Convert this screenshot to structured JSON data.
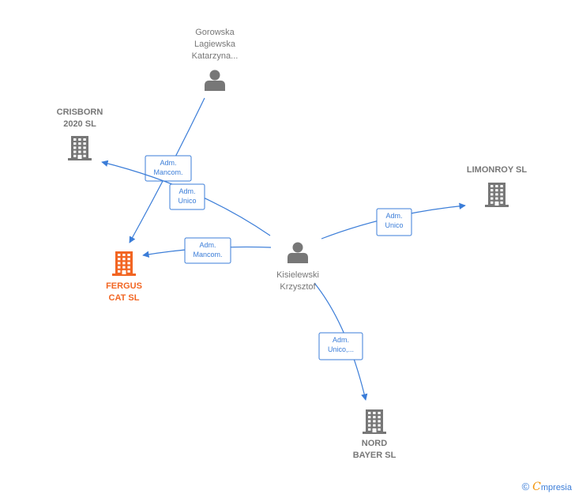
{
  "nodes": [
    {
      "id": "gorowska",
      "kind": "person",
      "color": "#777777",
      "label_lines": [
        "Gorowska",
        "Lagiewska",
        "Katarzyna..."
      ]
    },
    {
      "id": "crisborn",
      "kind": "company",
      "color": "#777777",
      "label_lines": [
        "CRISBORN",
        "2020  SL"
      ]
    },
    {
      "id": "limonroy",
      "kind": "company",
      "color": "#777777",
      "label_lines": [
        "LIMONROY SL"
      ]
    },
    {
      "id": "fergus",
      "kind": "company",
      "color": "#f26522",
      "label_lines": [
        "FERGUS",
        "CAT  SL"
      ]
    },
    {
      "id": "kisielewski",
      "kind": "person",
      "color": "#777777",
      "label_lines": [
        "Kisielewski",
        "Krzysztof"
      ]
    },
    {
      "id": "nord",
      "kind": "company",
      "color": "#777777",
      "label_lines": [
        "NORD",
        "BAYER  SL"
      ]
    }
  ],
  "edges": [
    {
      "id": "e1",
      "from": "gorowska",
      "to": "fergus",
      "label_lines": [
        "Adm.",
        "Mancom."
      ]
    },
    {
      "id": "e2",
      "from": "kisielewski",
      "to": "crisborn",
      "label_lines": [
        "Adm.",
        "Unico"
      ]
    },
    {
      "id": "e3",
      "from": "kisielewski",
      "to": "fergus",
      "label_lines": [
        "Adm.",
        "Mancom."
      ]
    },
    {
      "id": "e4",
      "from": "kisielewski",
      "to": "limonroy",
      "label_lines": [
        "Adm.",
        "Unico"
      ]
    },
    {
      "id": "e5",
      "from": "kisielewski",
      "to": "nord",
      "label_lines": [
        "Adm.",
        "Unico,..."
      ]
    }
  ],
  "watermark": {
    "copyright": "©",
    "brand_initial": "C",
    "brand_rest": "mpresia"
  },
  "colors": {
    "edge": "#3b7dd8",
    "node": "#777777",
    "focus_company": "#f26522"
  }
}
